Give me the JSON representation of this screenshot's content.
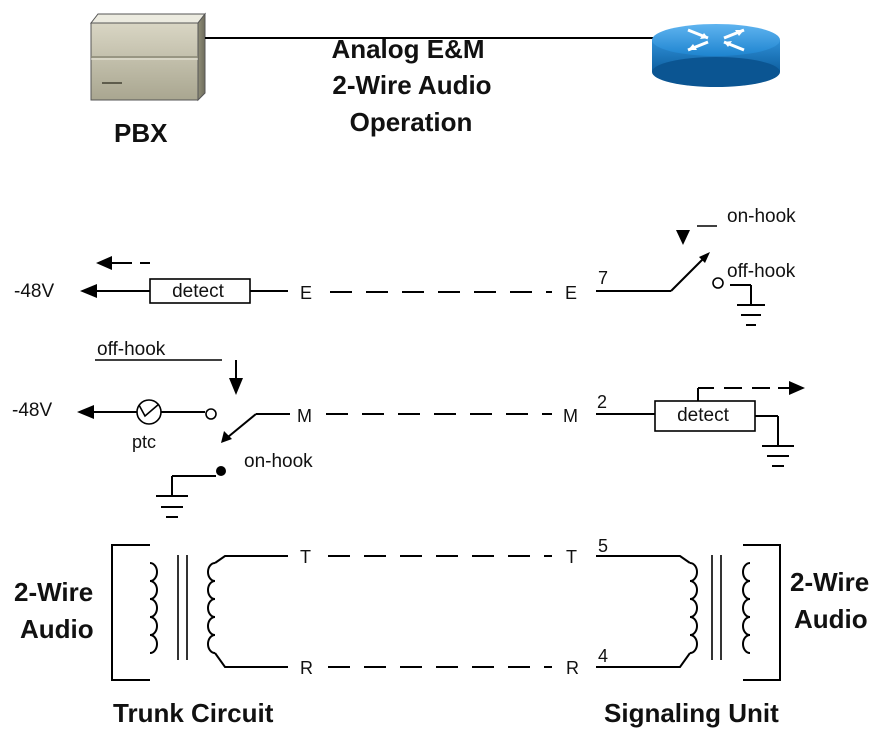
{
  "header": {
    "pbx_label": "PBX",
    "link_label_line1": "Analog E&M",
    "link_label_line2": "2-Wire Audio",
    "link_label_line3": "Operation"
  },
  "devices": {
    "pbx_icon": "pbx-cabinet-icon",
    "router_icon": "router-icon"
  },
  "signals": {
    "e_left": "E",
    "e_right": "E",
    "m_left": "M",
    "m_right": "M",
    "t_left": "T",
    "t_right": "T",
    "r_left": "R",
    "r_right": "R"
  },
  "voltages": {
    "e_supply": "-48V",
    "m_supply": "-48V"
  },
  "components": {
    "e_detect": "detect",
    "m_detect": "detect",
    "ptc": "ptc"
  },
  "switch_states": {
    "right_on_hook": "on-hook",
    "right_off_hook": "off-hook",
    "left_off_hook": "off-hook",
    "left_on_hook": "on-hook"
  },
  "pins": {
    "e": "7",
    "m": "2",
    "t": "5",
    "r": "4"
  },
  "audio": {
    "left_line1": "2-Wire",
    "left_line2": "Audio",
    "right_line1": "2-Wire",
    "right_line2": "Audio"
  },
  "footer": {
    "left_label": "Trunk Circuit",
    "right_label": "Signaling Unit"
  }
}
